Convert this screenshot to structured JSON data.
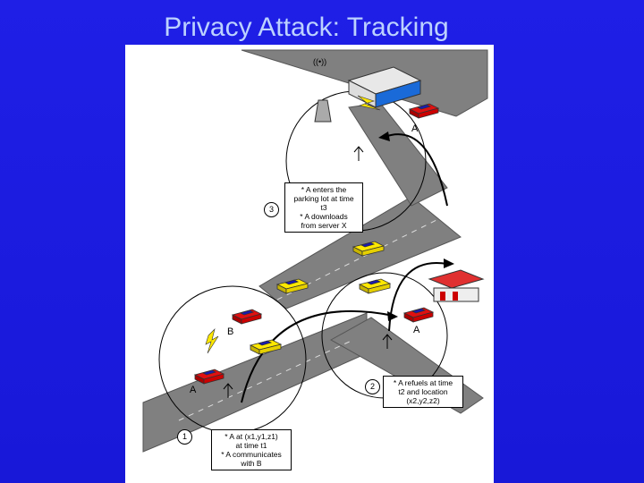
{
  "slide": {
    "title": "Privacy Attack: Tracking"
  },
  "labels": {
    "car_a": "A",
    "car_b": "B"
  },
  "steps": [
    {
      "number": "1",
      "lines": [
        "* A at (x1,y1,z1)",
        "at time t1",
        "* A communicates",
        "with B"
      ]
    },
    {
      "number": "2",
      "lines": [
        "* A refuels at time",
        "t2 and location",
        "(x2,y2,z2)"
      ]
    },
    {
      "number": "3",
      "lines": [
        "* A enters the",
        "parking lot at time",
        "t3",
        "* A downloads",
        "from server X"
      ]
    }
  ],
  "colors": {
    "background": "#1f1fe6",
    "title": "#bcd2ff",
    "road": "#808080",
    "car_a": "#e01010",
    "car_other": "#ffe800",
    "roof": "#1a1ab0"
  }
}
